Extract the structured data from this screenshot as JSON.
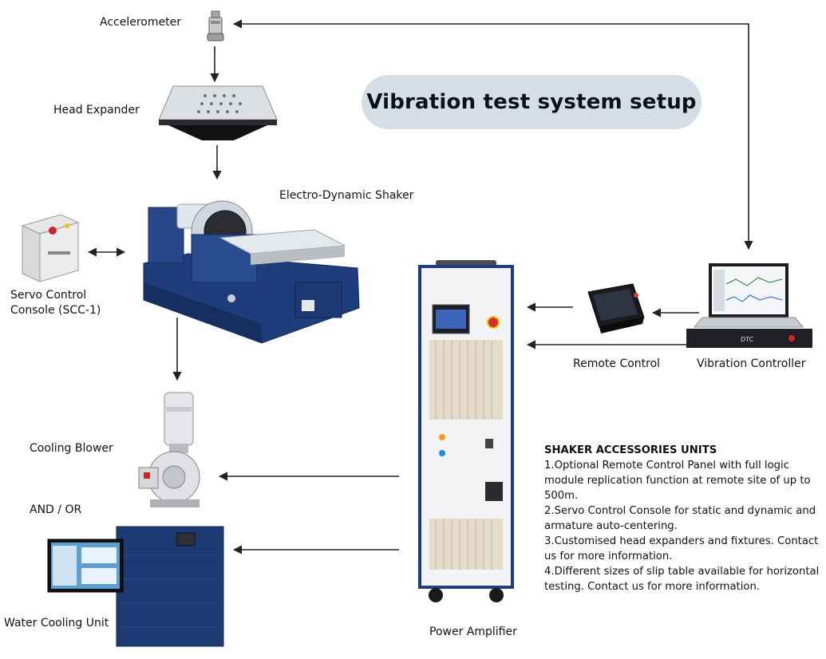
{
  "title": "Vibration test system setup",
  "labels": {
    "accelerometer": "Accelerometer",
    "head_expander": "Head Expander",
    "shaker": "Electro-Dynamic Shaker",
    "servo_line1": "Servo Control",
    "servo_line2": "Console (SCC-1)",
    "cooling_blower": "Cooling Blower",
    "and_or": "AND / OR",
    "water_cooling": "Water Cooling Unit",
    "power_amplifier": "Power Amplifier",
    "remote_control": "Remote Control",
    "vibration_controller": "Vibration Controller",
    "controller_brand": "DTC"
  },
  "notes": {
    "heading": "SHAKER ACCESSORIES UNITS",
    "items": [
      "1.Optional Remote Control Panel with full logic module replication function at remote site of up to 500m.",
      "2.Servo Control Console for static and dynamic and armature auto-centering.",
      "3.Customised head expanders and fixtures.  Contact us for more information.",
      "4.Different sizes of slip table available for horizontal testing.  Contact us for more information."
    ]
  },
  "colors": {
    "pill": "#d5dde6",
    "navy": "#1f3d7a",
    "arrow": "#222222"
  }
}
